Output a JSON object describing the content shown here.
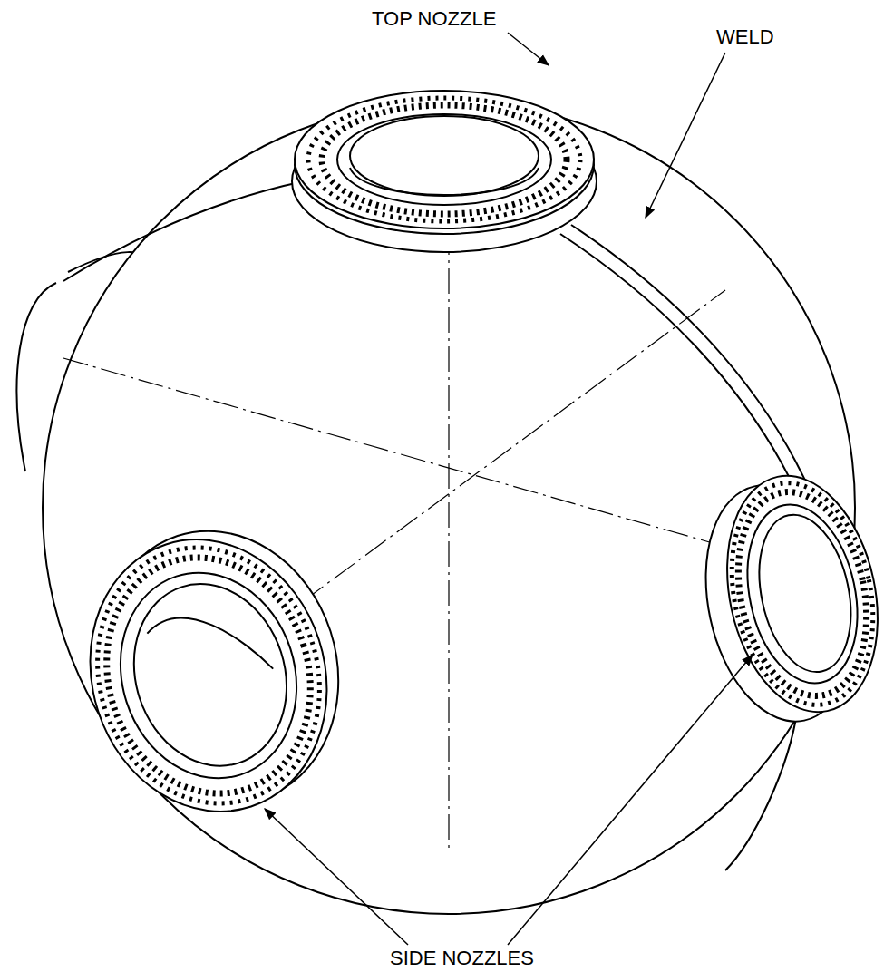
{
  "diagram": {
    "labels": [
      "TOP NOZZLE",
      "WELD",
      "SIDE NOZZLES"
    ]
  }
}
